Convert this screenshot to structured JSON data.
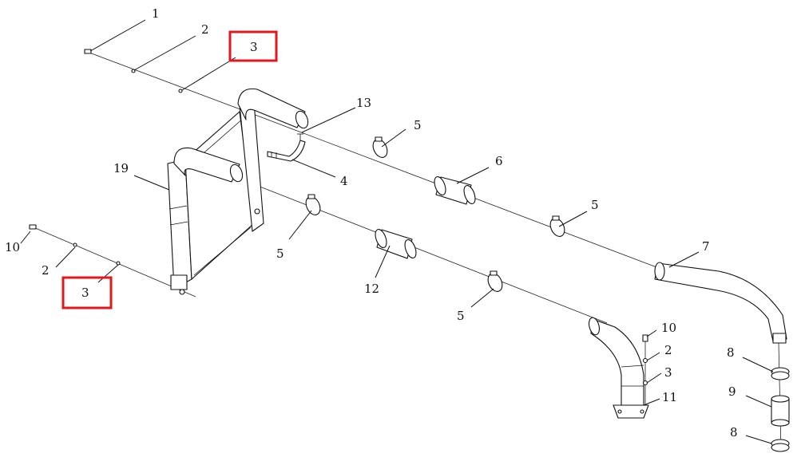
{
  "diagram": {
    "callouts": {
      "c1": "1",
      "c2_top": "2",
      "c3_top": "3",
      "c13": "13",
      "c5_a": "5",
      "c6": "6",
      "c4": "4",
      "c19": "19",
      "c5_b": "5",
      "c5_c": "5",
      "c7": "7",
      "c10_left": "10",
      "c2_left": "2",
      "c3_left": "3",
      "c12": "12",
      "c5_d": "5",
      "c10_right": "10",
      "c2_right": "2",
      "c3_right": "3",
      "c11": "11",
      "c8_top": "8",
      "c9": "9",
      "c8_bottom": "8"
    },
    "highlight_color": "#e0191e"
  }
}
